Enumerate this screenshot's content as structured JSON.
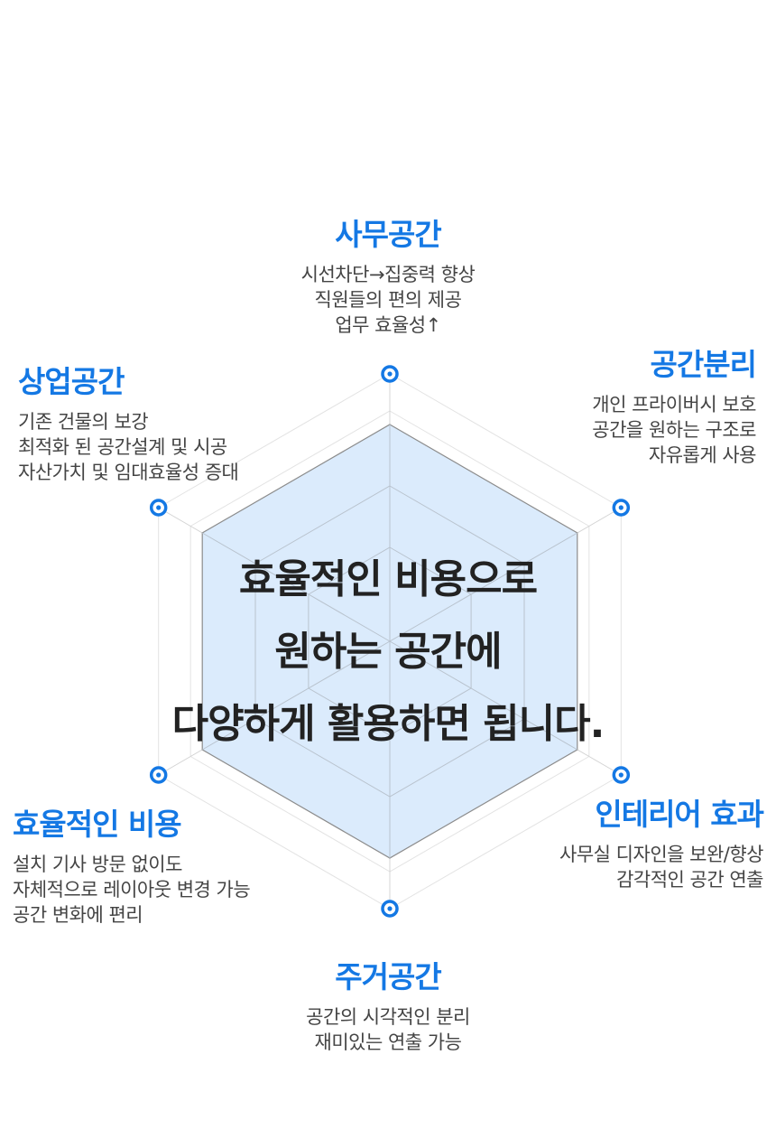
{
  "accent_color": "#1478e4",
  "headline": {
    "lines": [
      "효율적인 비용으로",
      "원하는 공간에",
      "다양하게 활용하면 됩니다."
    ]
  },
  "categories": [
    {
      "id": "top",
      "title": "사무공간",
      "lines": [
        "시선차단→집중력 향상",
        "직원들의 편의 제공",
        "업무 효율성↑"
      ]
    },
    {
      "id": "topright",
      "title": "공간분리",
      "lines": [
        "개인 프라이버시 보호",
        "공간을 원하는 구조로",
        "자유롭게 사용"
      ]
    },
    {
      "id": "bottomright",
      "title": "인테리어 효과",
      "lines": [
        "사무실 디자인을 보완/향상",
        "감각적인 공간 연출"
      ]
    },
    {
      "id": "bottom",
      "title": "주거공간",
      "lines": [
        "공간의 시각적인 분리",
        "재미있는 연출 가능"
      ]
    },
    {
      "id": "bottomleft",
      "title": "효율적인 비용",
      "lines": [
        "설치 기사 방문 없이도",
        "자체적으로 레이아웃 변경 가능",
        "공간 변화에 편리"
      ]
    },
    {
      "id": "topleft",
      "title": "상업공간",
      "lines": [
        "기존 건물의 보강",
        "최적화 된 공간설계 및 시공",
        "자산가치 및 임대효율성 증대"
      ]
    }
  ]
}
